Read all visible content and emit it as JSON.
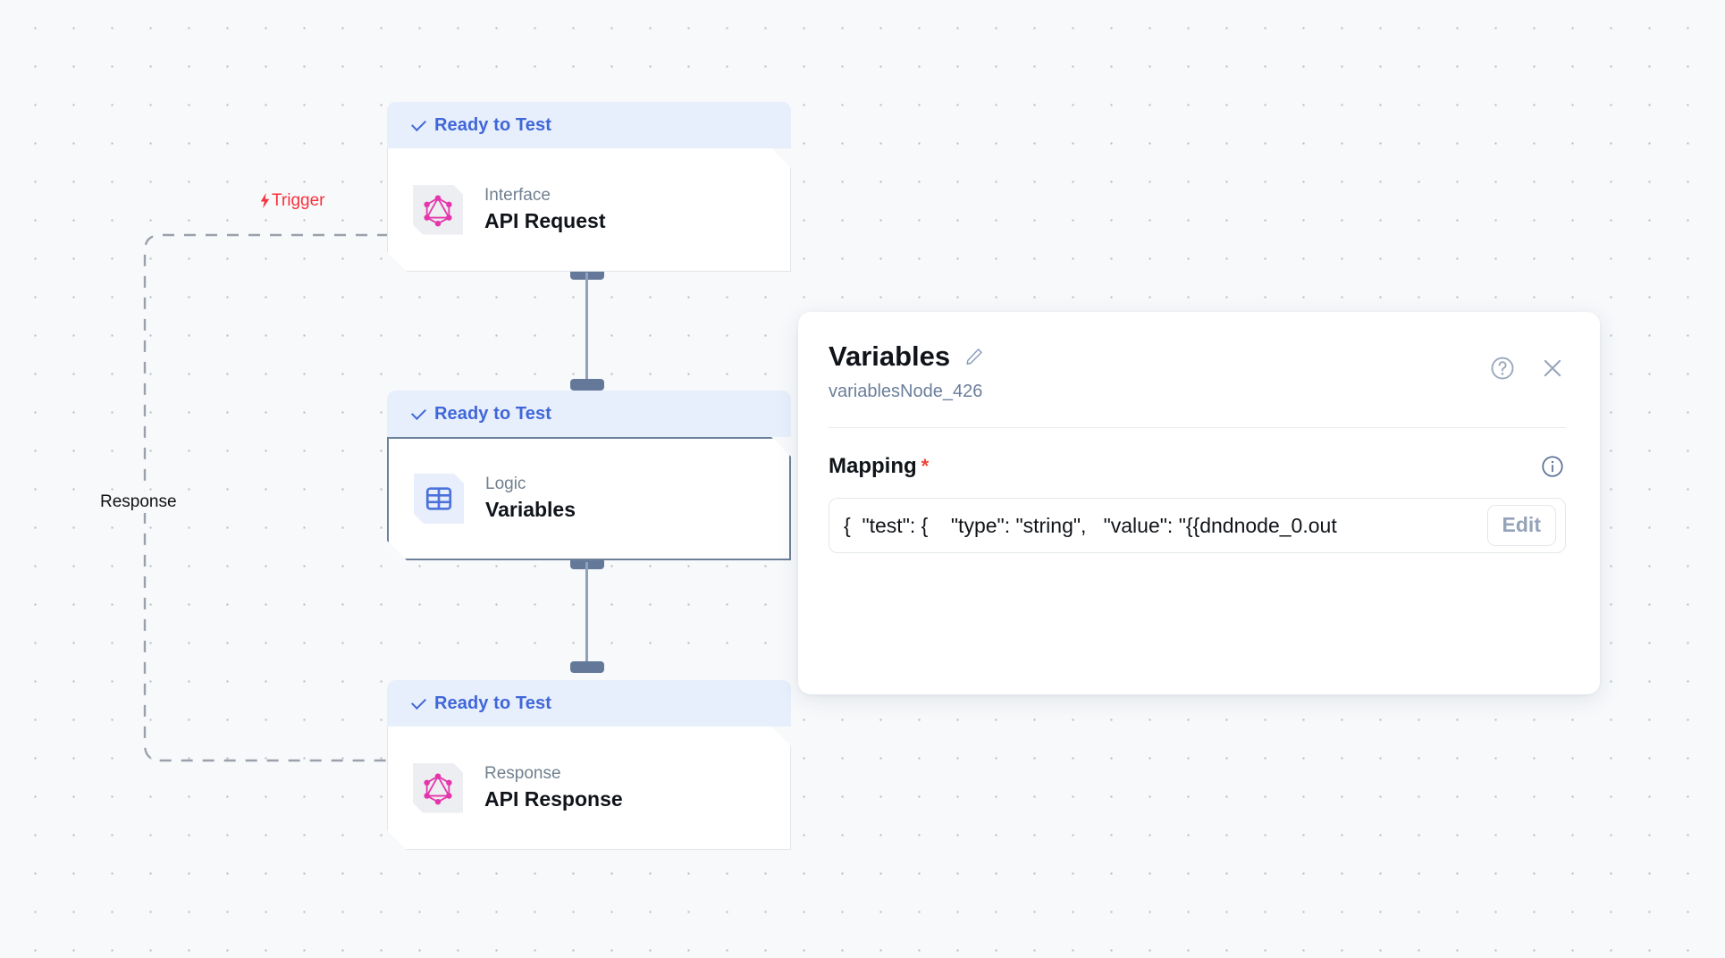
{
  "canvas": {
    "edges": [
      {
        "id": "trigger",
        "label": "Trigger",
        "icon": "bolt-icon",
        "color": "#f6323e"
      },
      {
        "id": "response",
        "label": "Response",
        "color": "#111111"
      }
    ]
  },
  "nodes": [
    {
      "id": "api-request",
      "status": "Ready to Test",
      "kind": "Interface",
      "title": "API Request",
      "icon": "graphql-icon",
      "selected": false
    },
    {
      "id": "variables",
      "status": "Ready to Test",
      "kind": "Logic",
      "title": "Variables",
      "icon": "table-grid-icon",
      "selected": true
    },
    {
      "id": "api-response",
      "status": "Ready to Test",
      "kind": "Response",
      "title": "API Response",
      "icon": "graphql-icon",
      "selected": false
    }
  ],
  "panel": {
    "title": "Variables",
    "edit_icon": "pencil-icon",
    "node_id": "variablesNode_426",
    "help_icon": "help-circle-icon",
    "close_icon": "close-icon",
    "field": {
      "label": "Mapping",
      "required_marker": "*",
      "info_icon": "info-circle-icon",
      "value": "{  \"test\": {    \"type\": \"string\",   \"value\": \"{{dndnode_0.out",
      "edit_label": "Edit"
    }
  },
  "colors": {
    "accent_blue": "#3f67d8",
    "status_bg": "#e7eefc",
    "graphql_pink": "#e535ab",
    "trigger_red": "#f6323e",
    "canvas_bg": "#f7f9fb",
    "muted": "#6b7e9c"
  }
}
